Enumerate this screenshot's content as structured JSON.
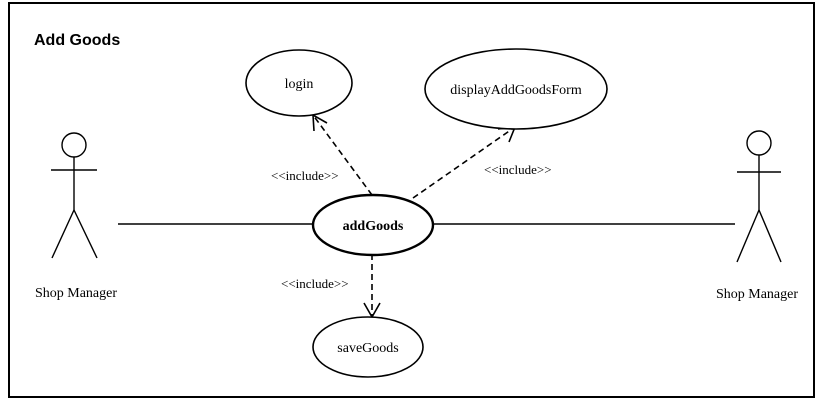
{
  "diagram": {
    "title": "Add Goods",
    "use_cases": {
      "login": "login",
      "display_form": "displayAddGoodsForm",
      "add_goods": "addGoods",
      "save_goods": "saveGoods"
    },
    "relationships": {
      "include_login": "<<include>>",
      "include_display": "<<include>>",
      "include_save": "<<include>>"
    },
    "actors": {
      "left": "Shop Manager",
      "right": "Shop Manager"
    }
  }
}
